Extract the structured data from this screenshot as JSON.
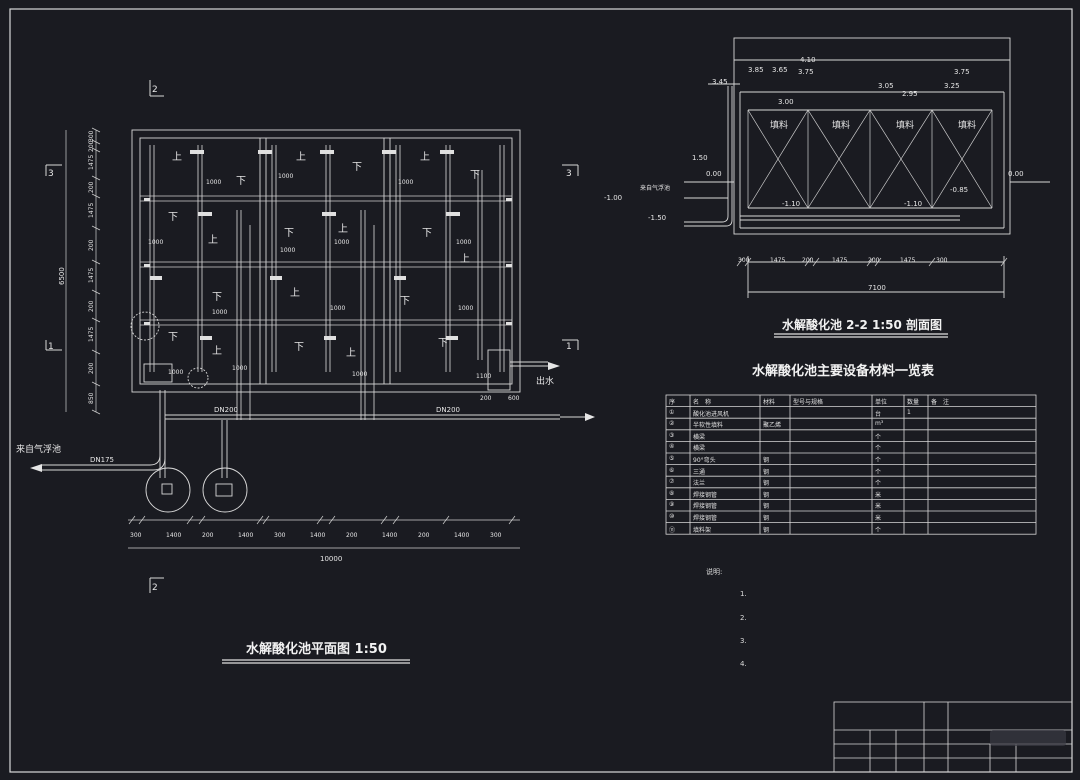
{
  "drawing": {
    "plan_title": "水解酸化池平面图 1:50",
    "section_title": "水解酸化池 2-2 1:50 剖面图",
    "table_title": "水解酸化池主要设备材料一览表"
  },
  "plan": {
    "section_marks": [
      "2",
      "3",
      "1",
      "2",
      "3",
      "1"
    ],
    "labels_up": [
      "上",
      "上",
      "上",
      "上",
      "上",
      "上",
      "上",
      "上",
      "上"
    ],
    "labels_down": [
      "下",
      "下",
      "下",
      "下",
      "下",
      "下",
      "下",
      "下",
      "下",
      "下",
      "下"
    ],
    "inlet_label": "来自气浮池",
    "outlet_label": "出水",
    "pipe_dn175": "DN175",
    "pipe_dn200_a": "DN200",
    "pipe_dn200_b": "DN200",
    "left_dims": [
      "300",
      "200",
      "1475",
      "200",
      "1475",
      "200",
      "1475",
      "200",
      "1475",
      "200",
      "850"
    ],
    "overall_left": "6500",
    "bottom_dims": [
      "300",
      "1400",
      "200",
      "1400",
      "300",
      "1400",
      "200",
      "1400",
      "200",
      "1400",
      "300"
    ],
    "overall_bottom": "10000",
    "dims_1000": [
      "1000",
      "1000",
      "1000",
      "1000",
      "1000",
      "1000",
      "1000",
      "1000",
      "1000",
      "1000",
      "1000",
      "1000",
      "1000"
    ],
    "dim_1100": "1100",
    "dim_600": "600",
    "dim_200": "200"
  },
  "section": {
    "elevations_top": [
      "4.10",
      "3.85",
      "3.65",
      "3.75",
      "3.75",
      "3.45",
      "3.05",
      "2.95",
      "3.25",
      "3.00"
    ],
    "fill": [
      "填料",
      "填料",
      "填料",
      "填料"
    ],
    "elev_ground_l": "0.00",
    "elev_ground_r": "0.00",
    "elev_150": "1.50",
    "elev_m100": "-1.00",
    "elev_m150": "-1.50",
    "elev_m110a": "-1.10",
    "elev_m110b": "-1.10",
    "elev_m085": "-0.85",
    "inlet": "来自气浮池",
    "dims": [
      "300",
      "1475",
      "200",
      "1475",
      "200",
      "1475",
      "300"
    ],
    "overall": "7100"
  },
  "table": {
    "headers": [
      "序",
      "名　称",
      "材料",
      "型号与规格",
      "单位",
      "数量",
      "备　注"
    ],
    "rows": [
      {
        "no": "①",
        "name": "酸化池进风机",
        "mat": "",
        "spec": "",
        "unit": "台",
        "qty": "1",
        "note": ""
      },
      {
        "no": "②",
        "name": "半软性填料",
        "mat": "聚乙烯",
        "spec": "",
        "unit": "m³",
        "qty": "",
        "note": ""
      },
      {
        "no": "③",
        "name": "横梁",
        "mat": "",
        "spec": "",
        "unit": "个",
        "qty": "",
        "note": ""
      },
      {
        "no": "④",
        "name": "横梁",
        "mat": "",
        "spec": "",
        "unit": "个",
        "qty": "",
        "note": ""
      },
      {
        "no": "⑤",
        "name": "90°弯头",
        "mat": "钢",
        "spec": "",
        "unit": "个",
        "qty": "",
        "note": ""
      },
      {
        "no": "⑥",
        "name": "三通",
        "mat": "钢",
        "spec": "",
        "unit": "个",
        "qty": "",
        "note": ""
      },
      {
        "no": "⑦",
        "name": "法兰",
        "mat": "钢",
        "spec": "",
        "unit": "个",
        "qty": "",
        "note": ""
      },
      {
        "no": "⑧",
        "name": "焊接钢管",
        "mat": "钢",
        "spec": "",
        "unit": "米",
        "qty": "",
        "note": ""
      },
      {
        "no": "⑨",
        "name": "焊接钢管",
        "mat": "钢",
        "spec": "",
        "unit": "米",
        "qty": "",
        "note": ""
      },
      {
        "no": "⑩",
        "name": "焊接钢管",
        "mat": "钢",
        "spec": "",
        "unit": "米",
        "qty": "",
        "note": ""
      },
      {
        "no": "⑪",
        "name": "填料架",
        "mat": "钢",
        "spec": "",
        "unit": "个",
        "qty": "",
        "note": ""
      }
    ],
    "notes_label": "说明:",
    "notes": [
      "1.",
      "2.",
      "3.",
      "4."
    ]
  }
}
